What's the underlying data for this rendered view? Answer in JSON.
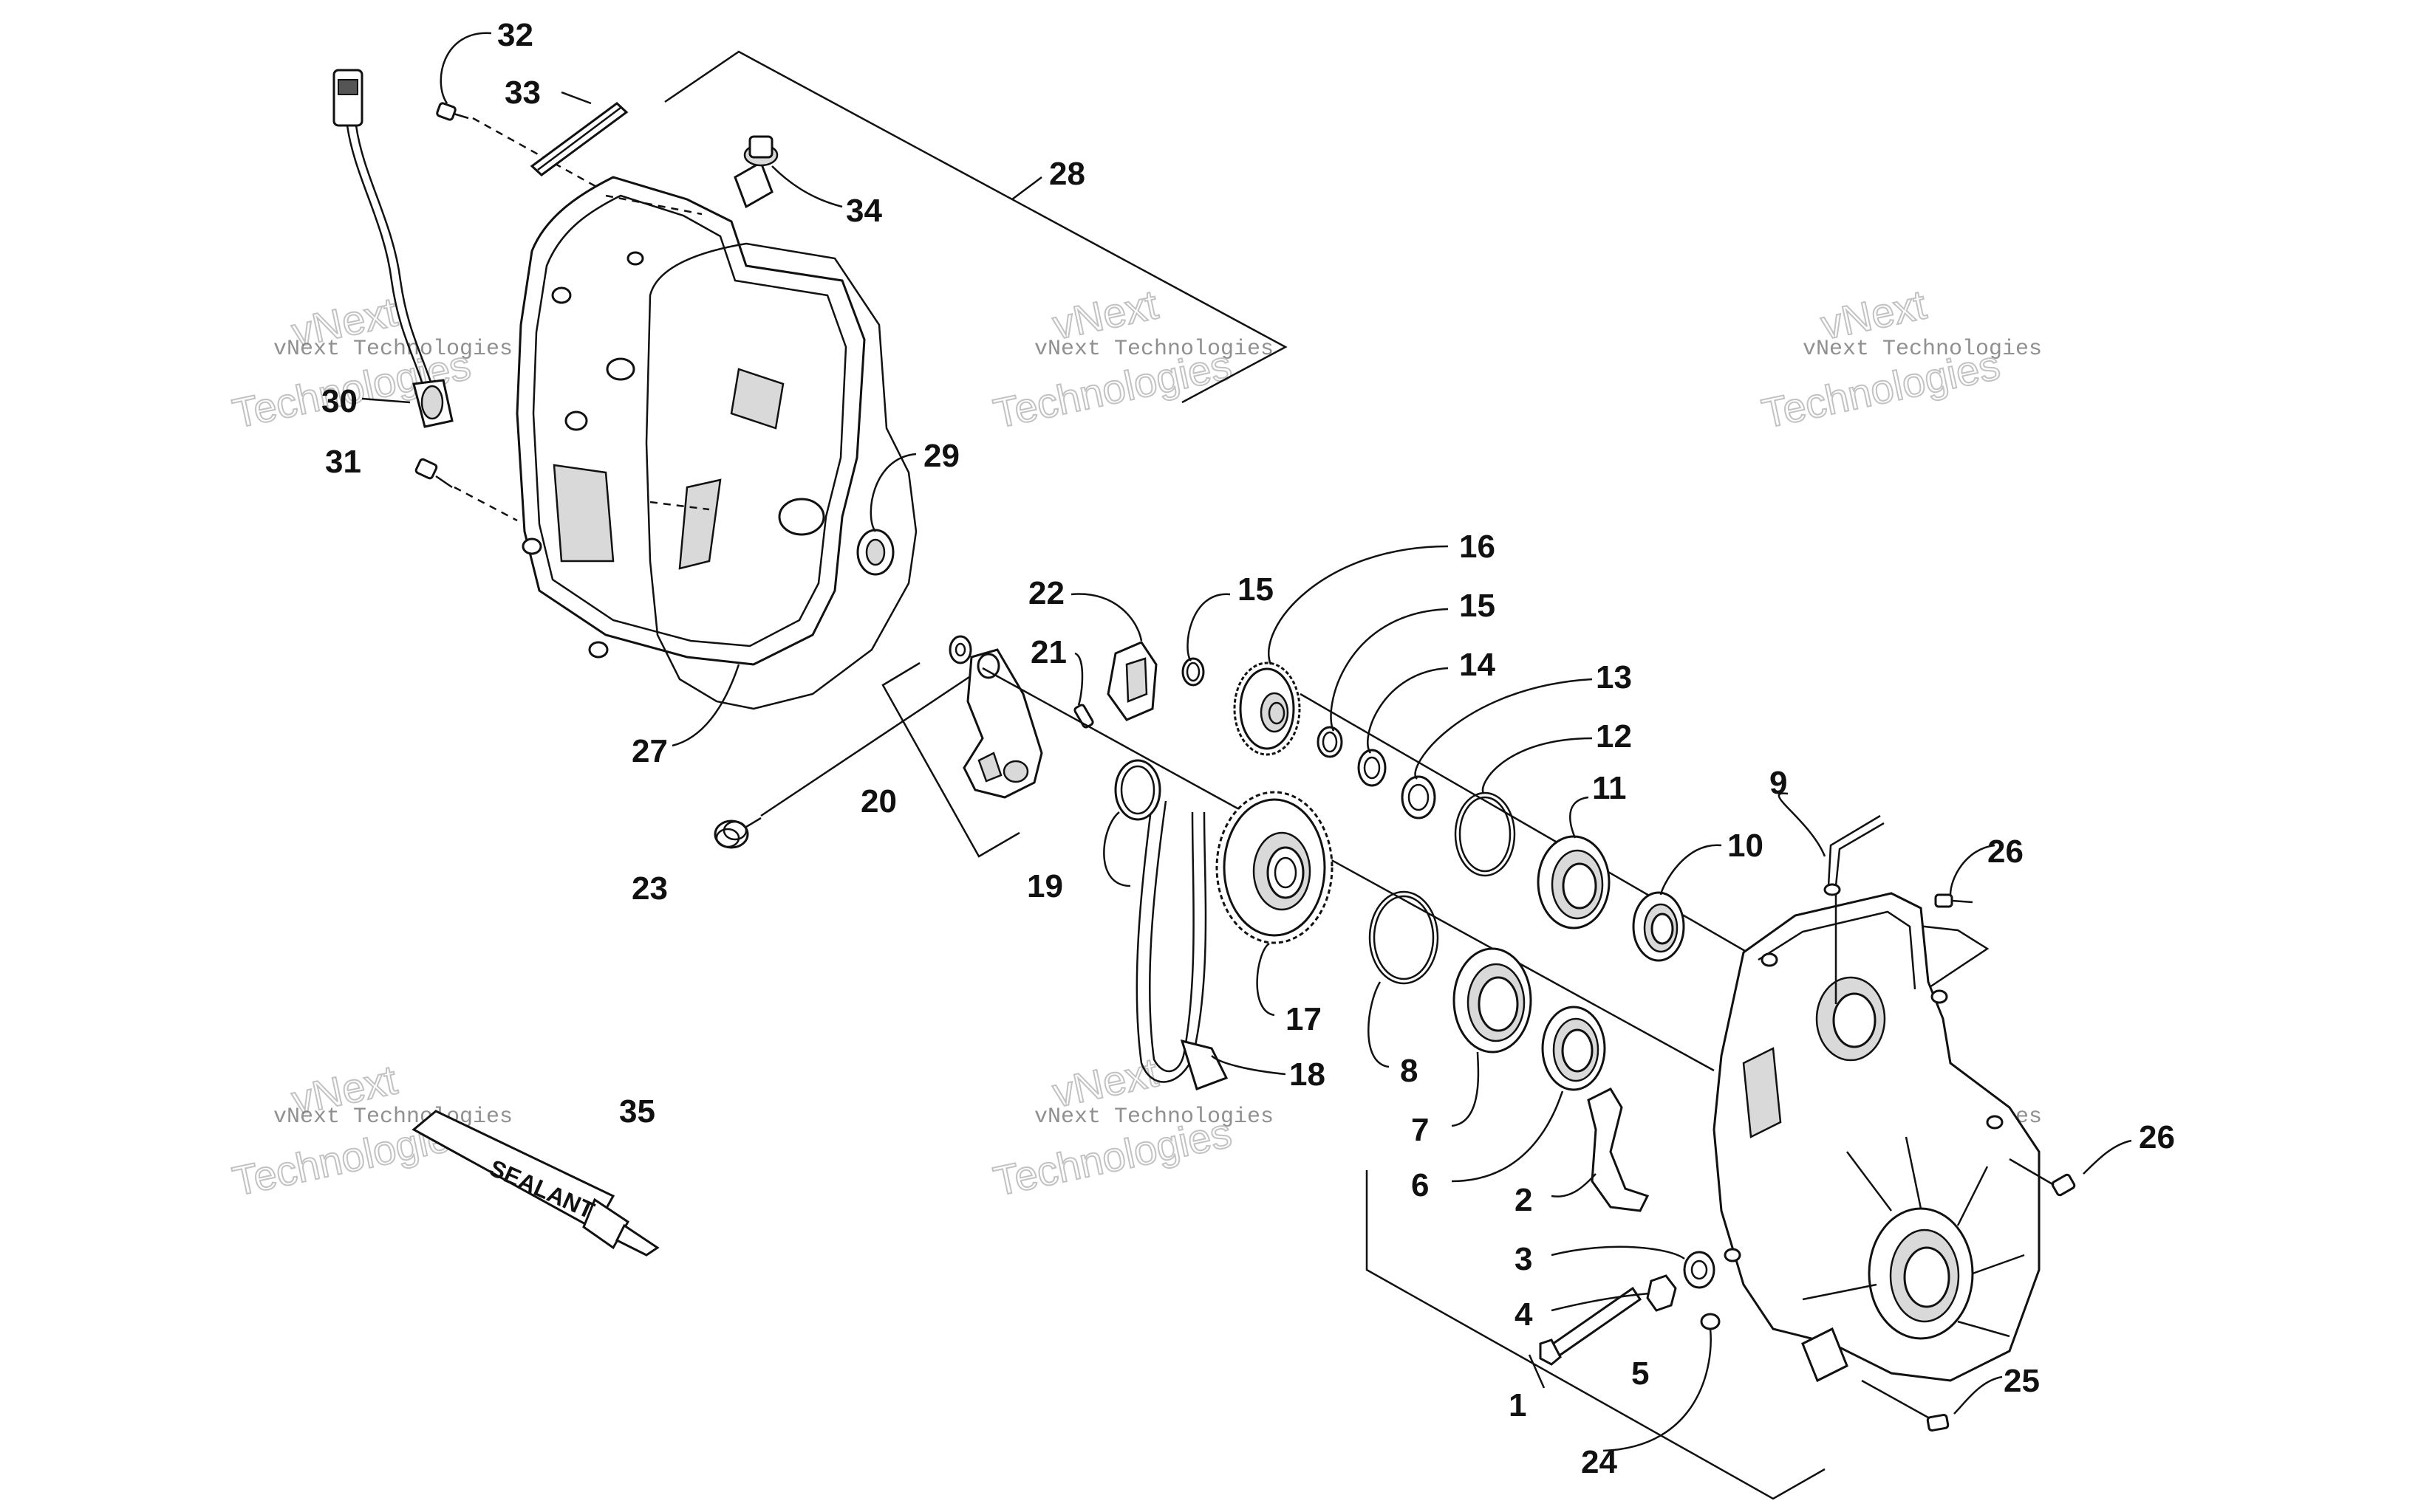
{
  "diagram": {
    "callouts": {
      "c1": "1",
      "c2": "2",
      "c3": "3",
      "c4": "4",
      "c5": "5",
      "c6": "6",
      "c7": "7",
      "c8": "8",
      "c9": "9",
      "c10": "10",
      "c11": "11",
      "c12": "12",
      "c13": "13",
      "c14": "14",
      "c15a": "15",
      "c15b": "15",
      "c16": "16",
      "c17": "17",
      "c18": "18",
      "c19": "19",
      "c20": "20",
      "c21": "21",
      "c22": "22",
      "c23": "23",
      "c24": "24",
      "c25": "25",
      "c26a": "26",
      "c26b": "26",
      "c27": "27",
      "c28": "28",
      "c29": "29",
      "c30": "30",
      "c31": "31",
      "c32": "32",
      "c33": "33",
      "c34": "34",
      "c35": "35"
    },
    "sealant_label": "SEALANT"
  },
  "watermarks": {
    "line1": "vNext",
    "line2": "vNext Technologies",
    "line3": "Technologies"
  }
}
